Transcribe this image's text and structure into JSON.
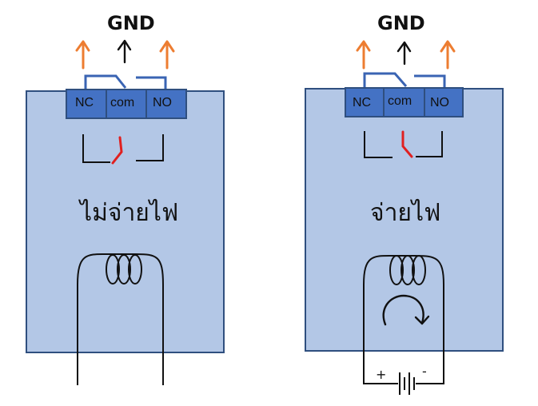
{
  "colors": {
    "relay_body": "#b3c7e6",
    "relay_border": "#2f4f7f",
    "terminal_fill": "#4472c4",
    "terminal_border": "#2f4f7f",
    "orange_arrow": "#ed7d31",
    "contact_red": "#e02020",
    "ink": "#111111"
  },
  "left": {
    "gnd_label": "GND",
    "terminals": {
      "nc": "NC",
      "com": "com",
      "no": "NO"
    },
    "state_label": "ไม่จ่ายไฟ"
  },
  "right": {
    "gnd_label": "GND",
    "terminals": {
      "nc": "NC",
      "com": "com",
      "no": "NO"
    },
    "state_label": "จ่ายไฟ",
    "battery_plus": "+",
    "battery_minus": "-"
  }
}
